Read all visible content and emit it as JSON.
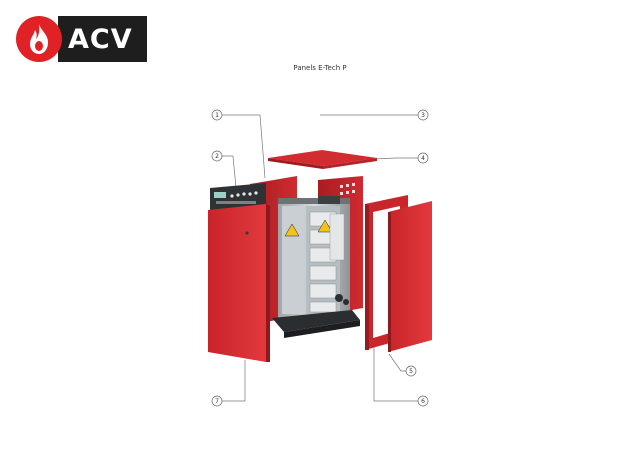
{
  "brand": {
    "name": "ACV",
    "red": "#e02227",
    "dark": "#1e1e1e"
  },
  "title": "Panels E-Tech P",
  "callouts": [
    {
      "number": "1"
    },
    {
      "number": "2"
    },
    {
      "number": "3"
    },
    {
      "number": "4"
    },
    {
      "number": "5"
    },
    {
      "number": "6"
    },
    {
      "number": "7"
    }
  ]
}
